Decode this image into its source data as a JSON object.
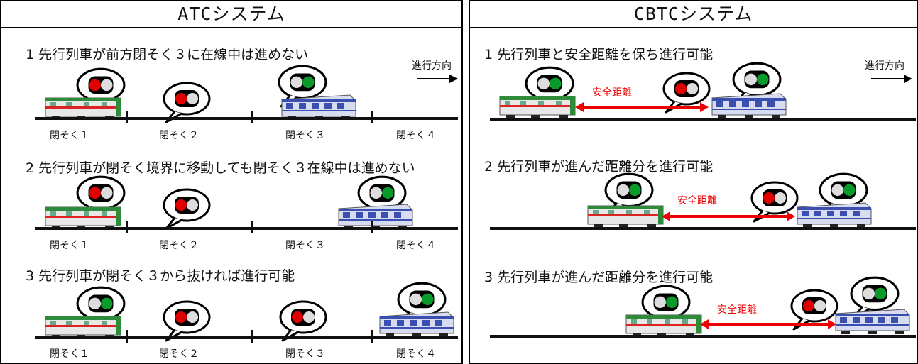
{
  "atc": {
    "title": "ATCシステム",
    "direction": "進行方向",
    "blocks": [
      "閉そく１",
      "閉そく２",
      "閉そく３",
      "閉そく４"
    ],
    "scenes": [
      "1 先行列車が前方閉そく３に在線中は進めない",
      "2 先行列車が閉そく境界に移動しても閉そく３在線中は進めない",
      "3 先行列車が閉そく３から抜ければ進行可能"
    ]
  },
  "cbtc": {
    "title": "CBTCシステム",
    "direction": "進行方向",
    "safe_distance": "安全距離",
    "scenes": [
      "1 先行列車と安全距離を保ち進行可能",
      "2 先行列車が進んだ距離分を進行可能",
      "3 先行列車が進んだ距離分を進行可能"
    ]
  },
  "colors": {
    "signal_red": "#e00000",
    "signal_green": "#0a9a2a",
    "train_green": "#2e8b3a",
    "train_blue": "#3a4fb0"
  }
}
